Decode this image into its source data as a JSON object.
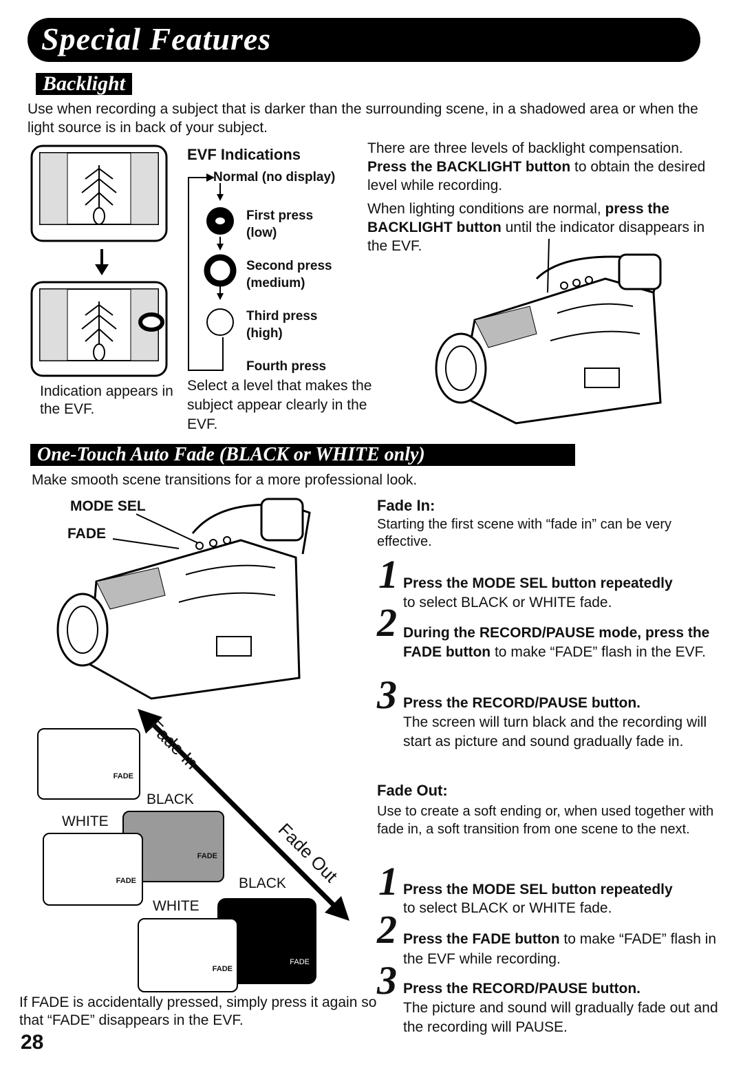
{
  "page_title": "Special Features",
  "page_number": "28",
  "backlight": {
    "heading": "Backlight",
    "intro": "Use when recording a subject that is darker than the surrounding scene, in a shadowed area or when the light source is in back of your subject.",
    "evf_heading": "EVF Indications",
    "levels": [
      {
        "label": "Normal (no display)"
      },
      {
        "label": "First press",
        "sub": "(low)"
      },
      {
        "label": "Second press",
        "sub": "(medium)"
      },
      {
        "label": "Third press",
        "sub": "(high)"
      },
      {
        "label": "Fourth press"
      }
    ],
    "indication_caption": "Indication appears in the EVF.",
    "select_caption": "Select a level that makes the subject appear clearly in the EVF.",
    "para1_plain": "There are three levels of backlight compensation. ",
    "para1_bold": "Press the BACKLIGHT button",
    "para1_end": " to obtain the desired level while recording.",
    "para2_plain": "When lighting conditions are normal, ",
    "para2_bold": "press the BACKLIGHT button",
    "para2_end": " until the indicator disappears in the EVF."
  },
  "fade": {
    "heading": "One-Touch Auto Fade (BLACK or WHITE only)",
    "intro": "Make smooth scene transitions for a more professional look.",
    "mode_sel_label": "MODE SEL",
    "fade_label": "FADE",
    "arrow_in_label": "Fade In",
    "arrow_out_label": "Fade Out",
    "screen_fade_text": "FADE",
    "black_label": "BLACK",
    "white_label": "WHITE",
    "bottom_note": "If FADE is accidentally pressed, simply press it again so that “FADE” disappears in the EVF.",
    "fade_in": {
      "heading": "Fade In:",
      "intro": "Starting the first scene with “fade in” can be very effective.",
      "steps": [
        {
          "num": "1",
          "bold": "Press the MODE SEL button repeatedly",
          "text": "to select BLACK or WHITE fade."
        },
        {
          "num": "2",
          "bold": "During the RECORD/PAUSE mode, press the FADE button",
          "text": " to make “FADE” flash in the EVF."
        },
        {
          "num": "3",
          "bold": "Press the RECORD/PAUSE button.",
          "text": "The screen will turn black and the recording will start as picture and sound gradually fade in."
        }
      ]
    },
    "fade_out": {
      "heading": "Fade Out:",
      "intro": "Use to create a soft ending or, when used together with fade in, a soft transition from one scene to the next.",
      "steps": [
        {
          "num": "1",
          "bold": "Press the MODE SEL button repeatedly",
          "text": "to select BLACK or WHITE fade."
        },
        {
          "num": "2",
          "bold": "Press the FADE button",
          "text": " to make “FADE” flash in the EVF while recording."
        },
        {
          "num": "3",
          "bold": "Press the RECORD/PAUSE button.",
          "text": "The picture and sound will gradually fade out and the recording will PAUSE."
        }
      ]
    }
  }
}
